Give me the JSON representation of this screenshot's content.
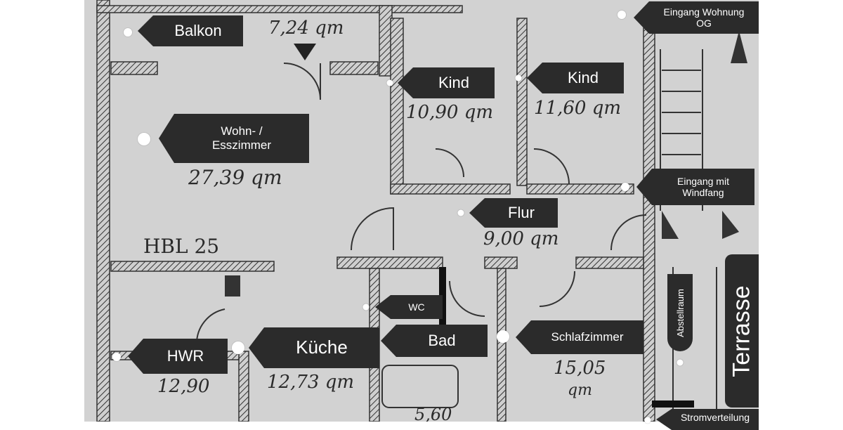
{
  "rooms": [
    {
      "id": "balkon",
      "label": "Balkon",
      "area": "7,24 qm"
    },
    {
      "id": "kind1",
      "label": "Kind",
      "area": "10,90 qm"
    },
    {
      "id": "kind2",
      "label": "Kind",
      "area": "11,60 qm"
    },
    {
      "id": "wohnen",
      "label": "Wohn- / Esszimmer",
      "area": "27,39 qm"
    },
    {
      "id": "flur",
      "label": "Flur",
      "area": "9,00 qm"
    },
    {
      "id": "wc",
      "label": "WC",
      "area": ""
    },
    {
      "id": "bad",
      "label": "Bad",
      "area": "5,60"
    },
    {
      "id": "kueche",
      "label": "Küche",
      "area": "12,73 qm"
    },
    {
      "id": "hwr",
      "label": "HWR",
      "area": "12,90"
    },
    {
      "id": "schlaf",
      "label": "Schlafzimmer",
      "area": "15,05 qm"
    },
    {
      "id": "abstell",
      "label": "Abstellraum",
      "area": ""
    }
  ],
  "labels": {
    "eingang_og_1": "Eingang Wohnung",
    "eingang_og_2": "OG",
    "eingang_windfang_1": "Eingang mit",
    "eingang_windfang_2": "Windfang",
    "terrasse": "Terrasse",
    "stromverteilung": "Stromverteilung",
    "wohn_1": "Wohn- /",
    "wohn_2": "Esszimmer"
  },
  "plan_text": {
    "hbl": "HBL 25",
    "area_balkon": "7,24 qm",
    "area_kind1": "10,90 qm",
    "area_kind2": "11,60 qm",
    "area_wohnen": "27,39 qm",
    "area_flur": "9,00 qm",
    "area_kueche": "12,73 qm",
    "area_hwr": "12,90",
    "area_schlaf": "15,05",
    "area_schlaf_unit": "qm",
    "area_bad": "5,60"
  },
  "colors": {
    "tag_bg": "#2b2b2b",
    "tag_text": "#ffffff",
    "paper": "#d2d2d2",
    "ink": "#2a2a2a"
  }
}
